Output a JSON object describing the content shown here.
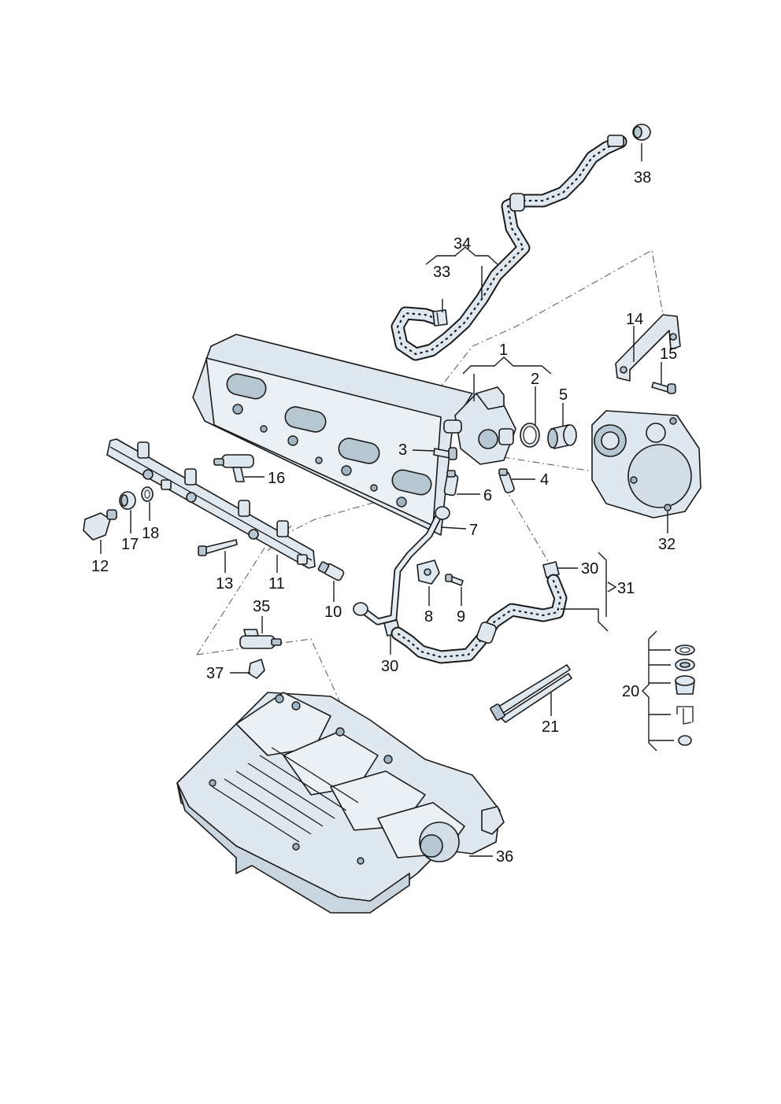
{
  "diagram": {
    "callouts": {
      "c1": "1",
      "c2": "2",
      "c3": "3",
      "c4": "4",
      "c5": "5",
      "c6": "6",
      "c7": "7",
      "c8": "8",
      "c9": "9",
      "c10": "10",
      "c11": "11",
      "c12": "12",
      "c13": "13",
      "c14": "14",
      "c15": "15",
      "c16": "16",
      "c17": "17",
      "c18": "18",
      "c20": "20",
      "c21": "21",
      "c30a": "30",
      "c30b": "30",
      "c31": "31",
      "c32": "32",
      "c33": "33",
      "c34": "34",
      "c35": "35",
      "c36": "36",
      "c37": "37",
      "c38": "38"
    }
  }
}
